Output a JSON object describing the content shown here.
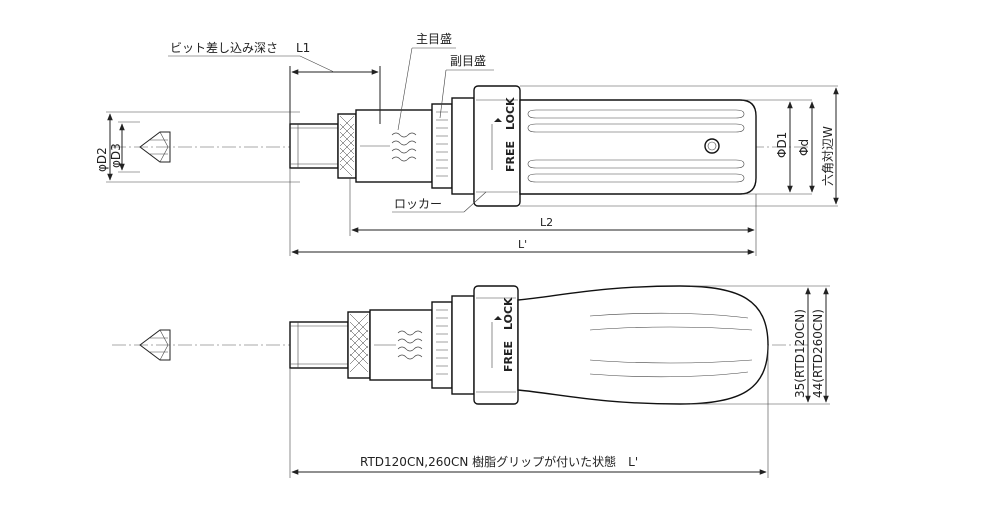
{
  "top_view": {
    "labels": {
      "bit_depth": "ビット差し込み深さ",
      "l1": "L1",
      "main_scale": "主目盛",
      "sub_scale": "副目盛",
      "locker": "ロッカー",
      "phi_d2": "φD2",
      "phi_d3": "φD3",
      "phi_d1": "ΦD1",
      "phi_d": "Φd",
      "hex_width": "六角対辺W",
      "l2": "L2",
      "l_prime": "L'",
      "lock": "LOCK",
      "free": "FREE"
    }
  },
  "bottom_view": {
    "labels": {
      "lock": "LOCK",
      "free": "FREE",
      "dim_35": "35(RTD120CN)",
      "dim_44": "44(RTD260CN)",
      "length_note": "RTD120CN,260CN 樹脂グリップが付いた状態　L'"
    }
  }
}
